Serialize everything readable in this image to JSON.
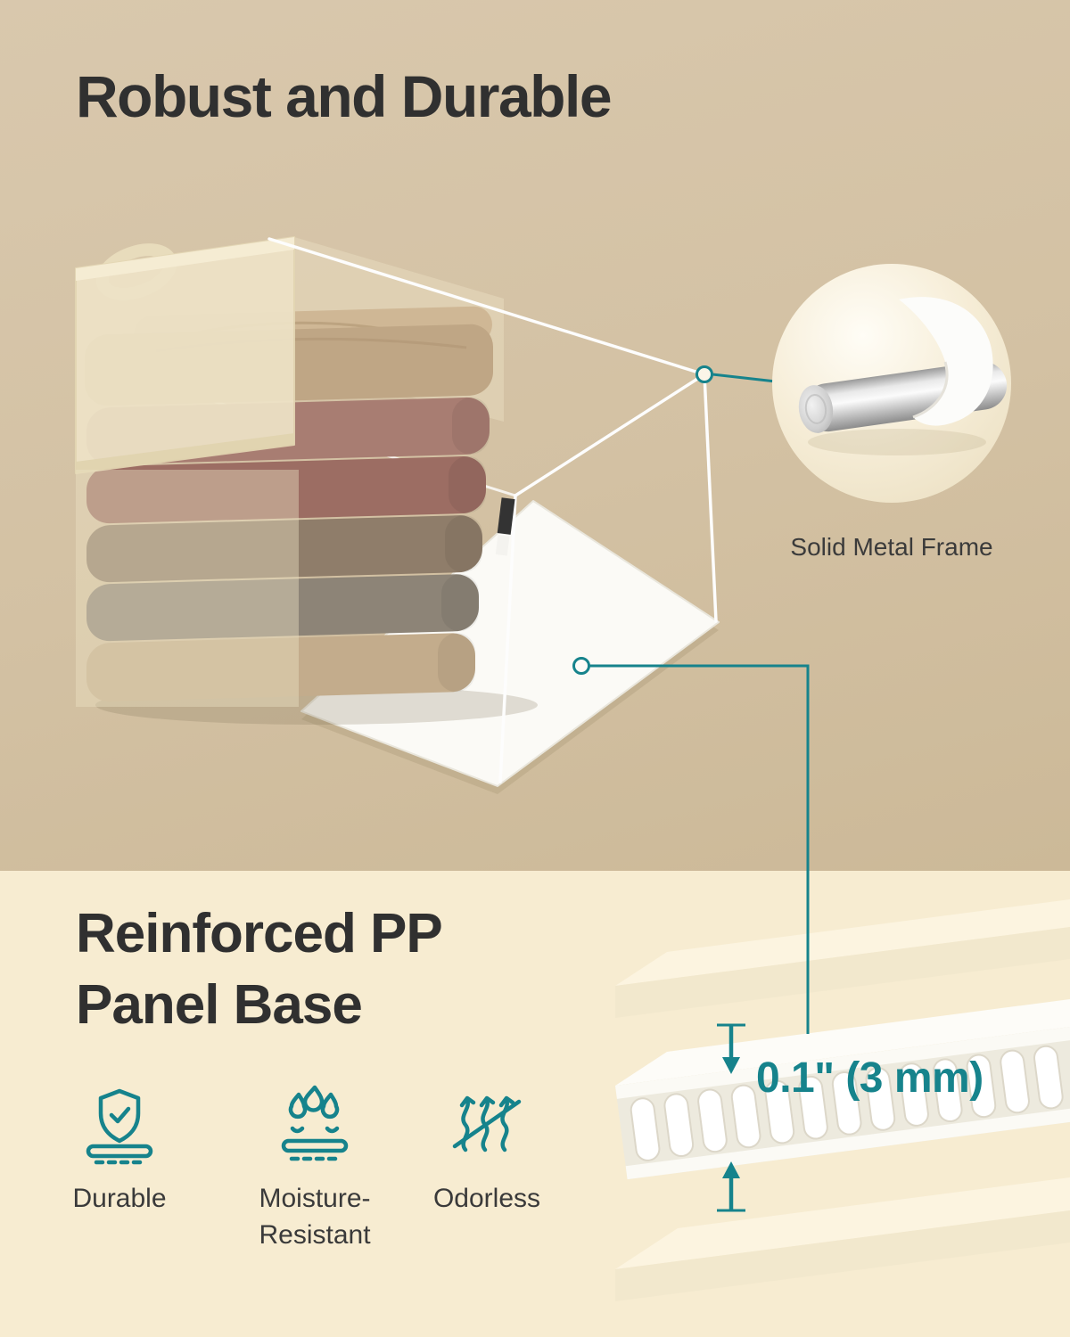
{
  "colors": {
    "background_top": "#d3c1a3",
    "background_bottom": "#f7ecd1",
    "heading": "#303030",
    "accent_teal": "#16838c",
    "label_text": "#3a3a3a"
  },
  "sections": {
    "top": {
      "heading": "Robust and Durable",
      "callout_label": "Solid Metal Frame",
      "illustrations": [
        "storage-basket-with-folded-clothes",
        "metal-rod-closeup"
      ]
    },
    "bottom": {
      "heading": "Reinforced PP\nPanel Base",
      "features": [
        {
          "icon": "shield-durable-icon",
          "label": "Durable"
        },
        {
          "icon": "moisture-drops-icon",
          "label": "Moisture-\nResistant"
        },
        {
          "icon": "odorless-waves-icon",
          "label": "Odorless"
        }
      ],
      "measurement_label": "0.1\" (3 mm)",
      "illustration": "pp-panel-cross-section"
    }
  }
}
